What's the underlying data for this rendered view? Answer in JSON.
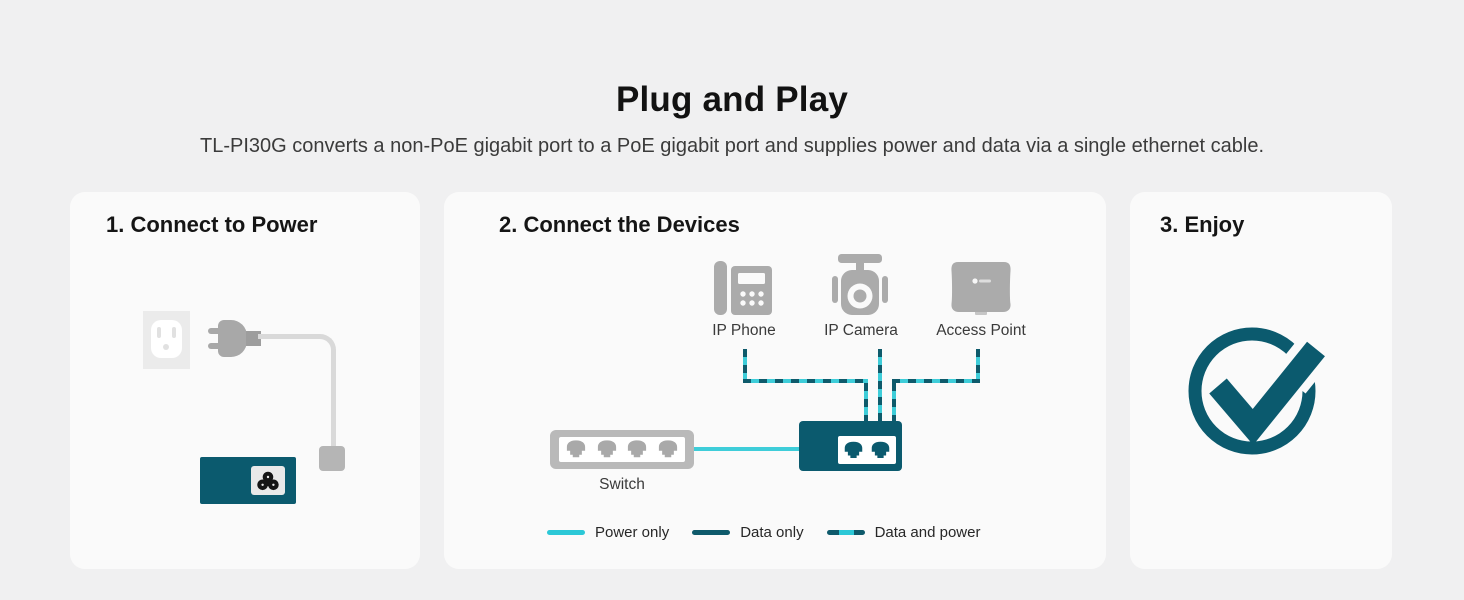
{
  "header": {
    "title": "Plug and Play",
    "subtitle": "TL-PI30G converts a non-PoE gigabit port to a PoE gigabit port and supplies power and data via a single ethernet cable."
  },
  "steps": {
    "power": {
      "title": "1. Connect to Power"
    },
    "devices": {
      "title": "2. Connect the Devices",
      "device_labels": {
        "phone": "IP Phone",
        "camera": "IP Camera",
        "ap": "Access Point"
      },
      "switch_label": "Switch",
      "legend": {
        "power_only": "Power only",
        "data_only": "Data only",
        "data_and_power": "Data and power"
      }
    },
    "enjoy": {
      "title": "3. Enjoy"
    }
  },
  "icons": {
    "step1": [
      "wall-outlet-icon",
      "power-plug-icon",
      "power-cable",
      "cable-connector-icon",
      "poe-injector-icon",
      "clover-inlet-icon"
    ],
    "step2": [
      "ip-phone-icon",
      "ip-camera-icon",
      "access-point-icon",
      "switch-icon",
      "rj45-port-icon",
      "poe-injector-icon"
    ],
    "step3": [
      "check-circle-icon"
    ]
  },
  "colors": {
    "accent_teal": "#0b5a6e",
    "accent_cyan": "#3ecdd9",
    "legend_cyan": "#2cc8d7",
    "legend_teal": "#0e5a6b",
    "device_gray": "#ababab",
    "card_bg": "#fafafa",
    "page_bg": "#f0f0f1"
  }
}
